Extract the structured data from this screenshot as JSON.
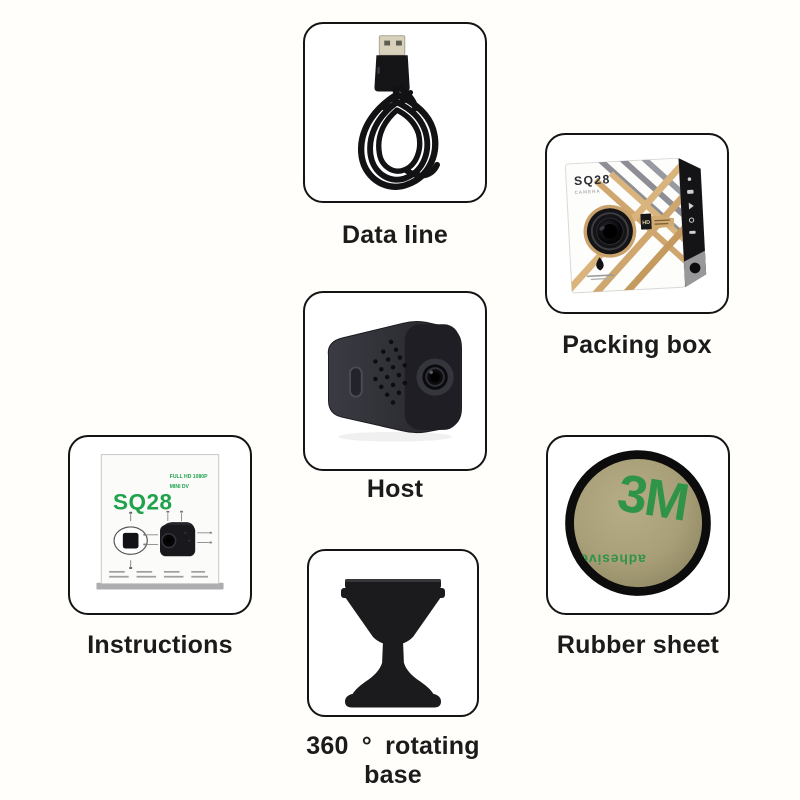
{
  "cards": [
    {
      "id": "data-line",
      "label": "Data line"
    },
    {
      "id": "packing-box",
      "label": "Packing box",
      "box": {
        "model": "SQ28",
        "type": "CAMERA",
        "badge": "HD"
      }
    },
    {
      "id": "host",
      "label": "Host"
    },
    {
      "id": "instructions",
      "label": "Instructions",
      "sheet": {
        "model": "SQ28",
        "spec1": "FULL HD 1080P",
        "spec2": "MINI DV"
      }
    },
    {
      "id": "rubber-sheet",
      "label": "Rubber sheet",
      "disc": {
        "brand": "3M",
        "word": "adhesive"
      }
    },
    {
      "id": "rotating-base",
      "label": "360 ° rotating base"
    }
  ],
  "colors": {
    "card_border": "#141414",
    "label_text": "#1b1b1b",
    "green_print": "#2f9447",
    "gold_stripe": "#cfa76e",
    "gray_stripe": "#8d8d95",
    "disc_fill": "#a89f78"
  }
}
